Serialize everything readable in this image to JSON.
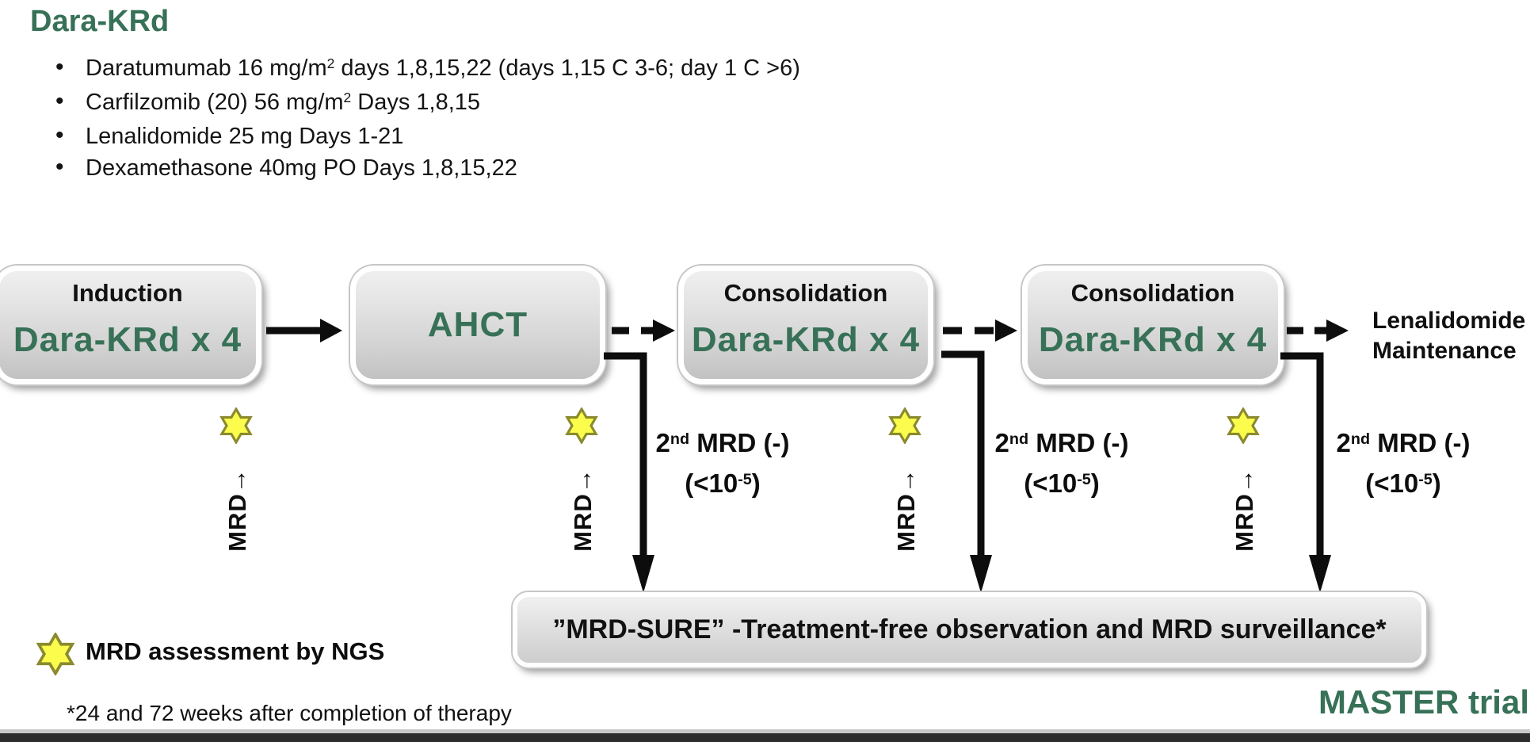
{
  "title": "Dara-KRd",
  "bullets": {
    "b1": {
      "pre": "Daratumumab 16 mg/m",
      "sup": "2",
      "post": " days 1,8,15,22 (days 1,15 C 3-6; day 1 C >6)"
    },
    "b2": {
      "pre": "Carfilzomib (20) 56 mg/m",
      "sup": "2",
      "post": " Days 1,8,15"
    },
    "b3": {
      "pre": "Lenalidomide 25 mg Days 1-21"
    },
    "b4": {
      "pre": "Dexamethasone 40mg PO Days 1,8,15,22"
    }
  },
  "flow": {
    "box1": {
      "heading": "Induction",
      "label": "Dara-KRd x 4"
    },
    "box2": {
      "label": "AHCT"
    },
    "box3": {
      "heading": "Consolidation",
      "label": "Dara-KRd x 4"
    },
    "box4": {
      "heading": "Consolidation",
      "label": "Dara-KRd x 4"
    },
    "maintenance_line1": "Lenalidomide",
    "maintenance_line2": "Maintenance"
  },
  "mrd_marker": {
    "text": "MRD→"
  },
  "mrd_negative": {
    "l1_base": "2",
    "l1_sup": "nd",
    "l1_rest": " MRD (-)",
    "l2_pre": "(<10",
    "l2_sup": "-5",
    "l2_post": ")"
  },
  "mrd_sure": {
    "label": "”MRD-SURE” -Treatment-free observation and MRD surveillance*"
  },
  "legend": {
    "label": "MRD assessment by NGS"
  },
  "footnote": "*24 and 72 weeks after completion of therapy",
  "trial": "MASTER trial",
  "colors": {
    "green": "#377157",
    "star_fill": "#FCFC4C",
    "star_stroke": "#8A8A2E"
  }
}
